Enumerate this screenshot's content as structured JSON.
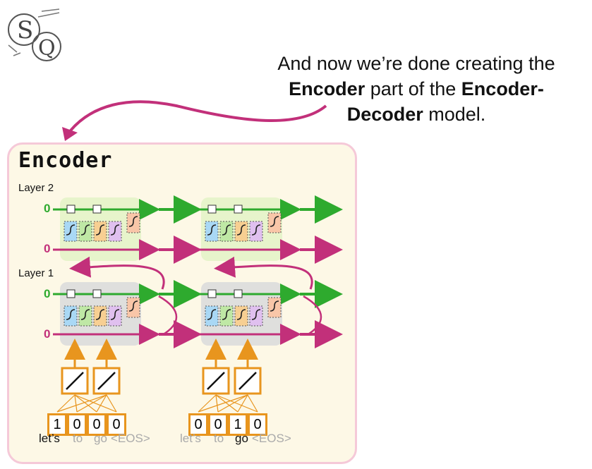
{
  "logo": {
    "letters": "SQ",
    "icon": "statquest-logo"
  },
  "caption": {
    "line1": "And now we’re done creating the",
    "bold1": "Encoder",
    "mid": " part of the ",
    "bold2": "Encoder-",
    "bold3": "Decoder",
    "end": " model."
  },
  "encoder": {
    "title": "Encoder",
    "layer2_label": "Layer 2",
    "layer1_label": "Layer 1",
    "zero": "0"
  },
  "inputs": [
    {
      "vector": [
        "1",
        "0",
        "0",
        "0"
      ],
      "words": [
        "let’s",
        "to",
        "go",
        "<EOS>"
      ],
      "active": 0
    },
    {
      "vector": [
        "0",
        "0",
        "1",
        "0"
      ],
      "words": [
        "let’s",
        "to",
        "go",
        "<EOS>"
      ],
      "active": 2
    }
  ],
  "colors": {
    "green": "#2eaa2e",
    "magenta": "#c2307a",
    "orange": "#e8951e",
    "panel": "#fdf8e6",
    "panel_border": "#f5c9d8"
  }
}
